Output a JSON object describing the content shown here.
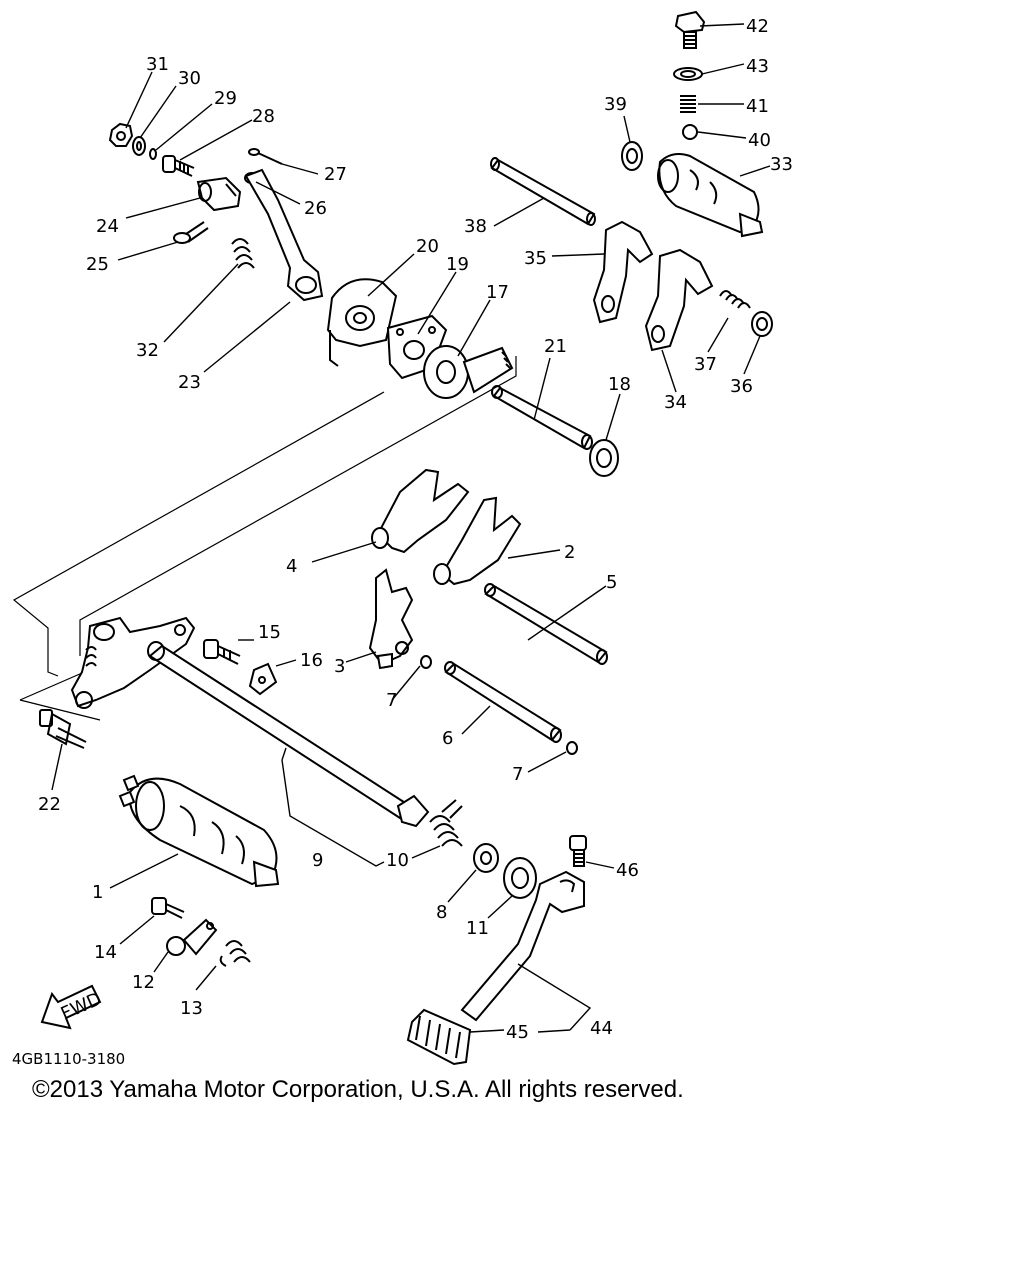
{
  "labels": {
    "l1": "1",
    "l2": "2",
    "l3": "3",
    "l4": "4",
    "l5": "5",
    "l6": "6",
    "l7a": "7",
    "l7b": "7",
    "l8": "8",
    "l9": "9",
    "l10": "10",
    "l11": "11",
    "l12": "12",
    "l13": "13",
    "l14": "14",
    "l15": "15",
    "l16": "16",
    "l17": "17",
    "l18": "18",
    "l19": "19",
    "l20": "20",
    "l21": "21",
    "l22": "22",
    "l23": "23",
    "l24": "24",
    "l25": "25",
    "l26": "26",
    "l27": "27",
    "l28": "28",
    "l29": "29",
    "l30": "30",
    "l31": "31",
    "l32": "32",
    "l33": "33",
    "l34": "34",
    "l35": "35",
    "l36": "36",
    "l37": "37",
    "l38": "38",
    "l39": "39",
    "l40": "40",
    "l41": "41",
    "l42": "42",
    "l43": "43",
    "l44": "44",
    "l45": "45",
    "l46": "46"
  },
  "fwd_label": "FWD",
  "diagram_code": "4GB1110-3180",
  "copyright": "©2013 Yamaha Motor Corporation, U.S.A. All rights reserved."
}
